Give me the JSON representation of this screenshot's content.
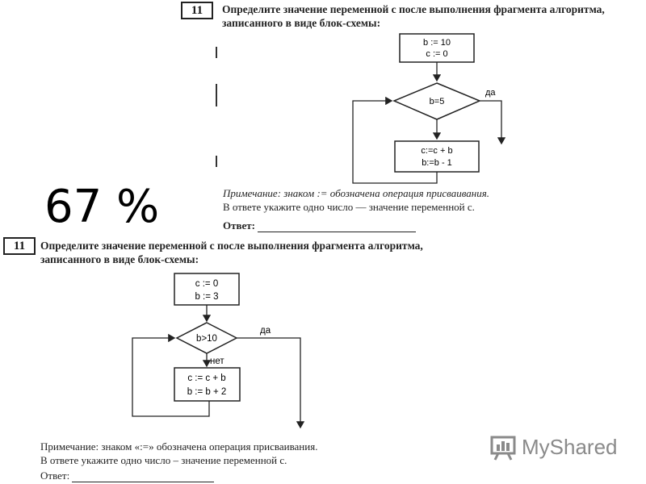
{
  "task1": {
    "number": "11",
    "question_line1": "Определите значение переменной c после выполнения фрагмента алгоритма,",
    "question_line2": "записанного в виде блок-схемы:",
    "init_line1": "b := 10",
    "init_line2": "c := 0",
    "condition": "b=5",
    "yes_label": "да",
    "body_line1": "c:=c + b",
    "body_line2": "b:=b - 1",
    "note": "Примечание: знаком := обозначена операция присваивания.",
    "instruction": "В ответе укажите одно число — значение переменной с.",
    "answer_label": "Ответ:"
  },
  "task2": {
    "number": "11",
    "question_line1": "Определите значение переменной c после выполнения фрагмента алгоритма,",
    "question_line2": "записанного в виде блок-схемы:",
    "init_line1": "c := 0",
    "init_line2": "b := 3",
    "condition": "b>10",
    "yes_label": "да",
    "no_label": "нет",
    "body_line1": "c := c + b",
    "body_line2": "b := b + 2",
    "note": "Примечание: знаком «:=» обозначена операция присваивания.",
    "instruction": "В ответе укажите одно число – значение переменной c.",
    "answer_label": "Ответ:"
  },
  "overlay": {
    "percent": "67 %"
  },
  "watermark": {
    "brand": "MyShared"
  }
}
